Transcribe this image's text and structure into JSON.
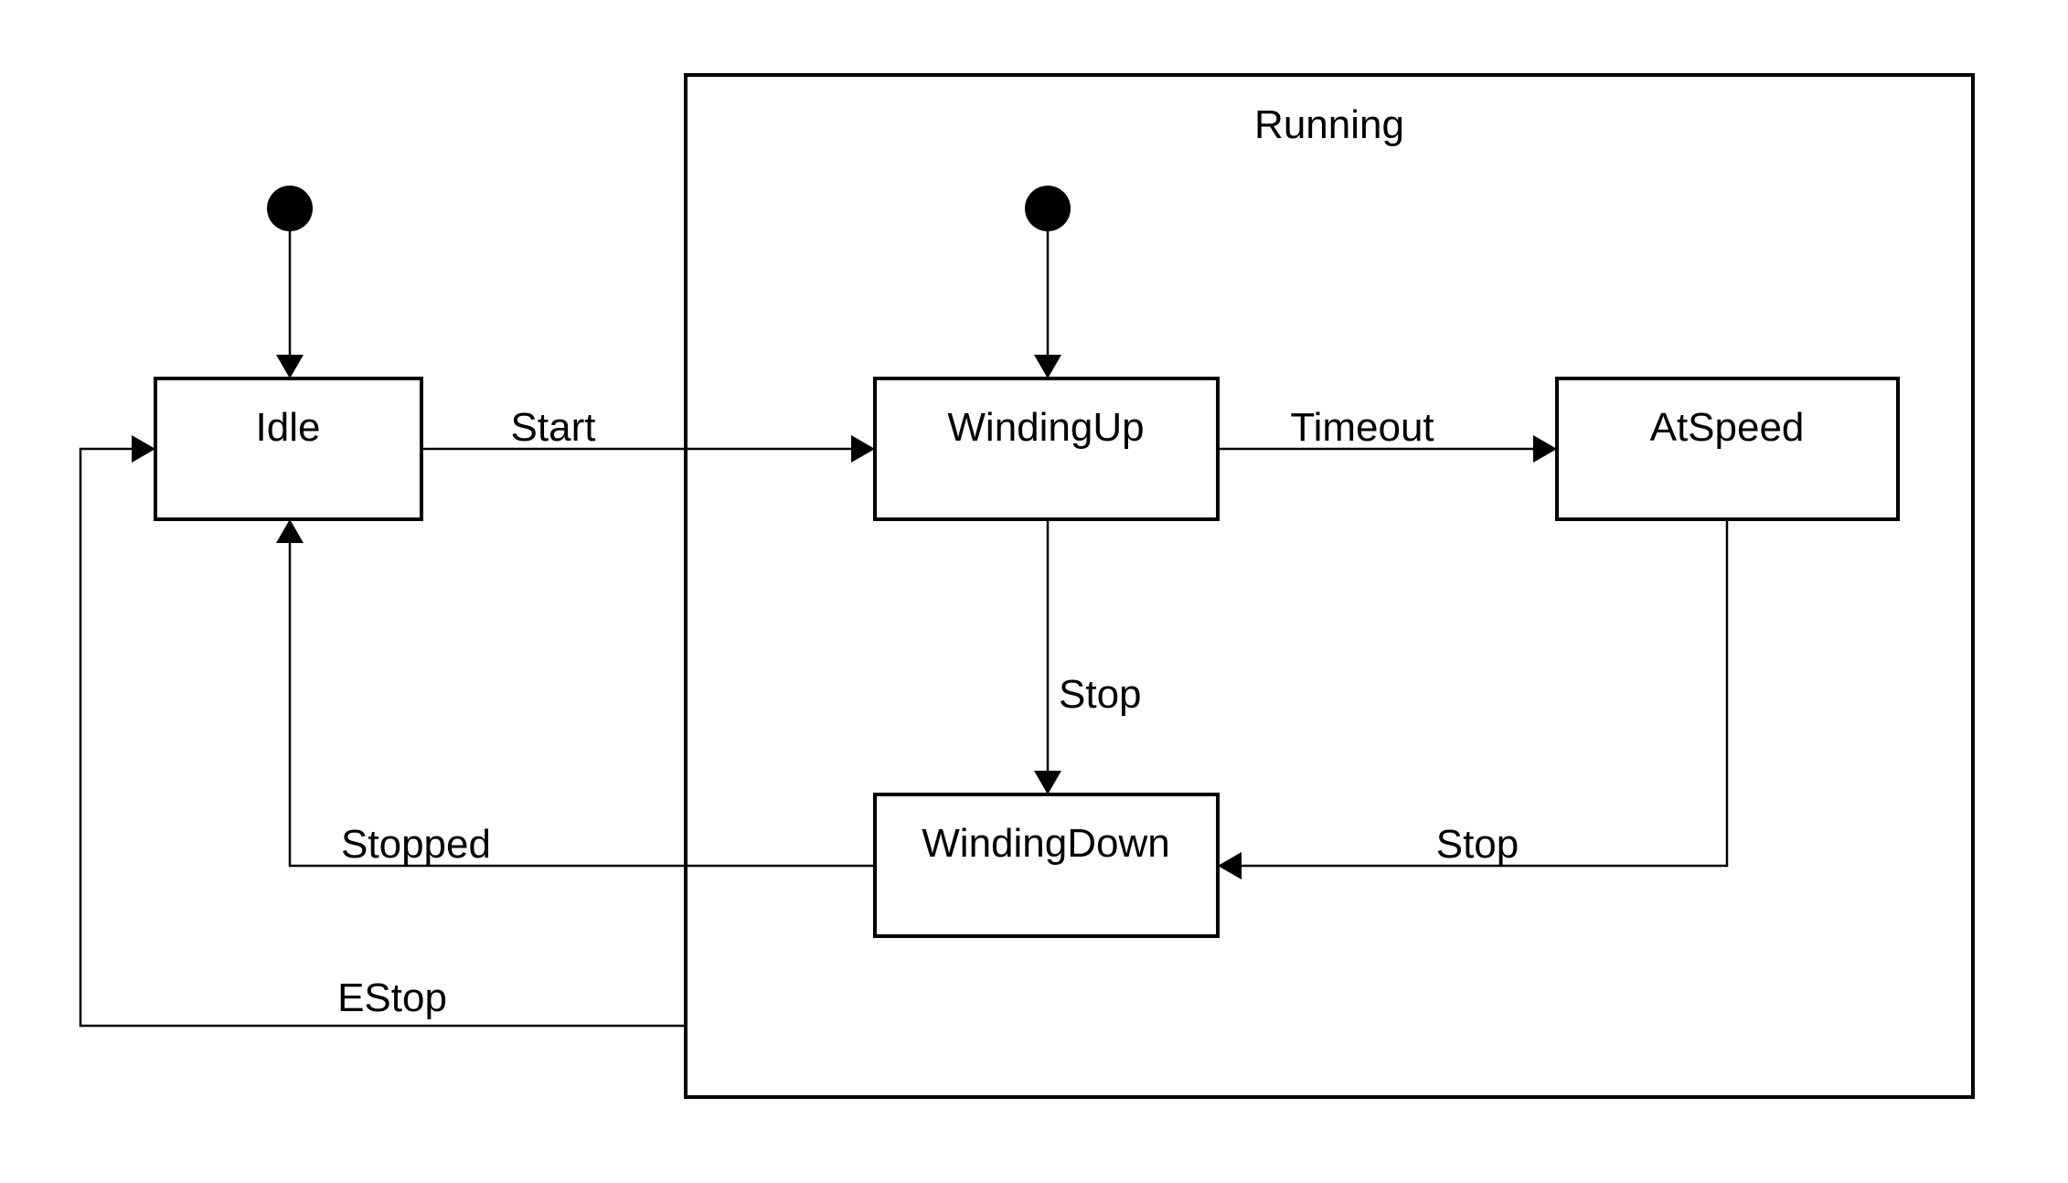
{
  "composite_state": {
    "label": "Running"
  },
  "states": {
    "idle": {
      "label": "Idle"
    },
    "winding_up": {
      "label": "WindingUp"
    },
    "at_speed": {
      "label": "AtSpeed"
    },
    "winding_down": {
      "label": "WindingDown"
    }
  },
  "transitions": {
    "start": {
      "label": "Start"
    },
    "timeout": {
      "label": "Timeout"
    },
    "stop_from_winding_up": {
      "label": "Stop"
    },
    "stop_from_at_speed": {
      "label": "Stop"
    },
    "stopped": {
      "label": "Stopped"
    },
    "estop": {
      "label": "EStop"
    }
  },
  "colors": {
    "stroke": "#000000",
    "background": "#ffffff"
  }
}
